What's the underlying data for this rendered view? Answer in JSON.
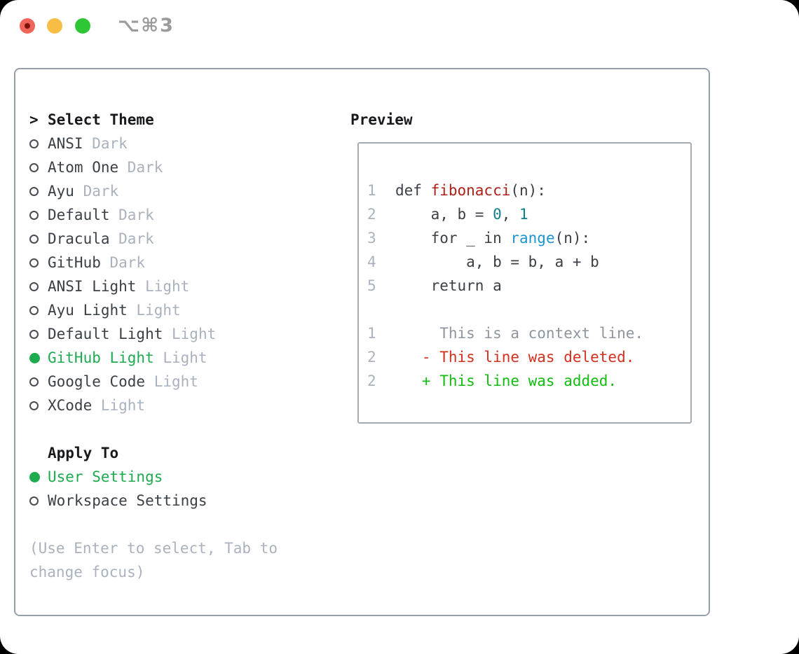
{
  "window": {
    "title": "⌥⌘3",
    "traffic_lights": [
      "close",
      "minimize",
      "zoom"
    ]
  },
  "colors": {
    "selection_green": "#1eab4f",
    "added_green": "#12bd12",
    "deleted_red": "#d4301e",
    "function_red": "#b01f15",
    "builtin_blue": "#1e95d3",
    "number_teal": "#0f808c",
    "muted_gray": "#a9b2bd",
    "text_dark": "#3a4046",
    "panel_border": "#96a0ab"
  },
  "theme_picker": {
    "header_prefix": ">",
    "header": "Select Theme",
    "themes": [
      {
        "name": "ANSI",
        "variant": "Dark",
        "selected": false
      },
      {
        "name": "Atom One",
        "variant": "Dark",
        "selected": false
      },
      {
        "name": "Ayu",
        "variant": "Dark",
        "selected": false
      },
      {
        "name": "Default",
        "variant": "Dark",
        "selected": false
      },
      {
        "name": "Dracula",
        "variant": "Dark",
        "selected": false
      },
      {
        "name": "GitHub",
        "variant": "Dark",
        "selected": false
      },
      {
        "name": "ANSI Light",
        "variant": "Light",
        "selected": false
      },
      {
        "name": "Ayu Light",
        "variant": "Light",
        "selected": false
      },
      {
        "name": "Default Light",
        "variant": "Light",
        "selected": false
      },
      {
        "name": "GitHub Light",
        "variant": "Light",
        "selected": true
      },
      {
        "name": "Google Code",
        "variant": "Light",
        "selected": false
      },
      {
        "name": "XCode",
        "variant": "Light",
        "selected": false
      }
    ],
    "apply_to": {
      "header": "Apply To",
      "options": [
        {
          "label": "User Settings",
          "selected": true
        },
        {
          "label": "Workspace Settings",
          "selected": false
        }
      ]
    },
    "hint": "(Use Enter to select, Tab to change focus)"
  },
  "preview": {
    "header": "Preview",
    "code_lines": [
      {
        "num": "1",
        "segments": [
          {
            "text": "def ",
            "type": "plain"
          },
          {
            "text": "fibonacci",
            "type": "function"
          },
          {
            "text": "(n):",
            "type": "plain"
          }
        ]
      },
      {
        "num": "2",
        "segments": [
          {
            "text": "    a, b = ",
            "type": "plain"
          },
          {
            "text": "0",
            "type": "number"
          },
          {
            "text": ", ",
            "type": "plain"
          },
          {
            "text": "1",
            "type": "number"
          }
        ]
      },
      {
        "num": "3",
        "segments": [
          {
            "text": "    for _ in ",
            "type": "plain"
          },
          {
            "text": "range",
            "type": "builtin"
          },
          {
            "text": "(n):",
            "type": "plain"
          }
        ]
      },
      {
        "num": "4",
        "segments": [
          {
            "text": "        a, b = b, a + b",
            "type": "plain"
          }
        ]
      },
      {
        "num": "5",
        "segments": [
          {
            "text": "    return a",
            "type": "plain"
          }
        ]
      },
      {
        "num": "",
        "segments": []
      },
      {
        "num": "1",
        "segments": [
          {
            "text": "     This is a context line.",
            "type": "context"
          }
        ]
      },
      {
        "num": "2",
        "segments": [
          {
            "text": "   - This line was deleted.",
            "type": "deleted"
          }
        ]
      },
      {
        "num": "2",
        "segments": [
          {
            "text": "   + This line was added.",
            "type": "added"
          }
        ]
      }
    ]
  }
}
